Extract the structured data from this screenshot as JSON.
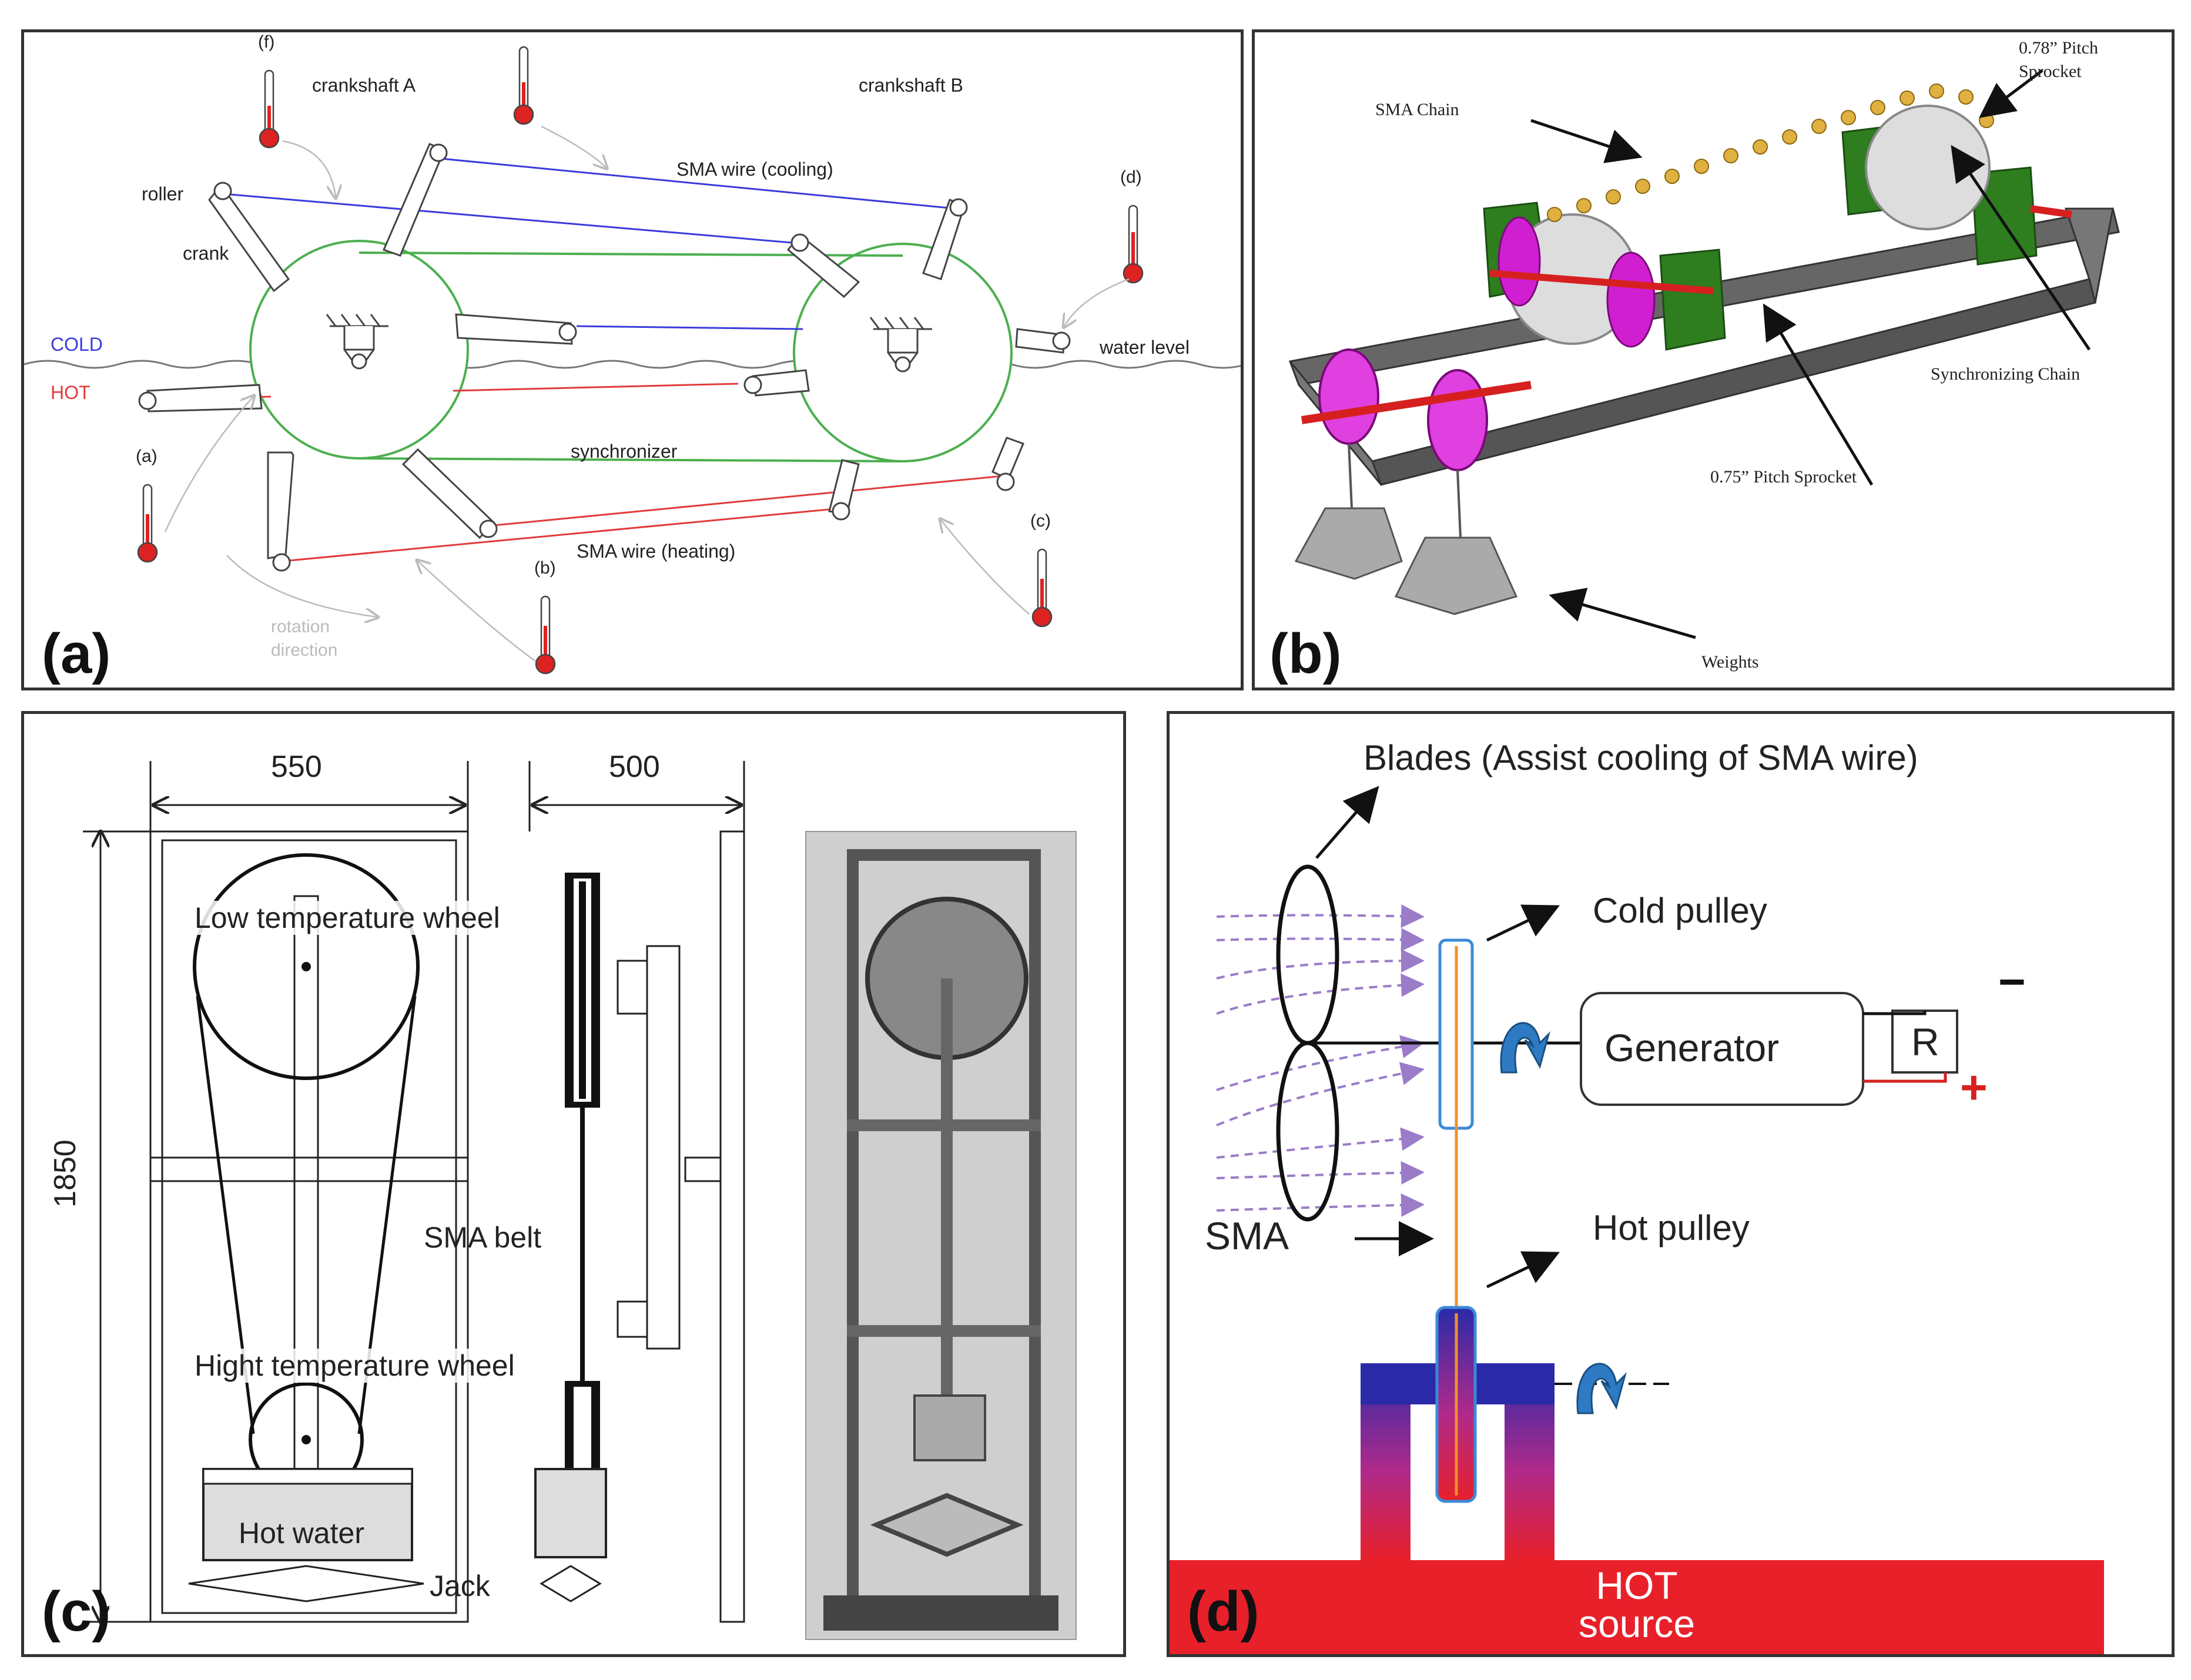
{
  "panel_a": {
    "label": "(a)",
    "crankshaft_a": "crankshaft A",
    "crankshaft_b": "crankshaft B",
    "sma_cooling": "SMA wire (cooling)",
    "sma_heating": "SMA wire (heating)",
    "roller": "roller",
    "crank": "crank",
    "cold": "COLD",
    "hot": "HOT",
    "water_level": "water level",
    "synchronizer": "synchronizer",
    "rotation_direction_1": "rotation",
    "rotation_direction_2": "direction",
    "therm_a": "(a)",
    "therm_b": "(b)",
    "therm_c": "(c)",
    "therm_d": "(d)",
    "therm_f": "(f)"
  },
  "panel_b": {
    "label": "(b)",
    "sma_chain": "SMA Chain",
    "pitch_078_line1": "0.78” Pitch",
    "pitch_078_line2": "Sprocket",
    "sync_chain": "Synchronizing Chain",
    "pitch_075": "0.75” Pitch  Sprocket",
    "weights": "Weights"
  },
  "panel_c": {
    "label": "(c)",
    "dim_550": "550",
    "dim_500": "500",
    "dim_1850": "1850",
    "low_wheel": "Low temperature wheel",
    "high_wheel": "Hight temperature wheel",
    "sma_belt": "SMA belt",
    "hot_water": "Hot water",
    "jack": "Jack"
  },
  "panel_d": {
    "label": "(d)",
    "blades": "Blades (Assist cooling of SMA wire)",
    "cold_pulley": "Cold pulley",
    "generator": "Generator",
    "resistor": "R",
    "minus": "−",
    "plus": "+",
    "sma": "SMA",
    "hot_pulley": "Hot pulley",
    "hot_source_1": "HOT",
    "hot_source_2": "source"
  },
  "colors": {
    "cold_wire": "#3b3bdc",
    "hot_wire": "#e23b3b",
    "sync_green": "#4caf50",
    "thermo_red": "#dd2222",
    "hot_source": "#e8202a",
    "gen_blue": "#2e7bc4"
  }
}
